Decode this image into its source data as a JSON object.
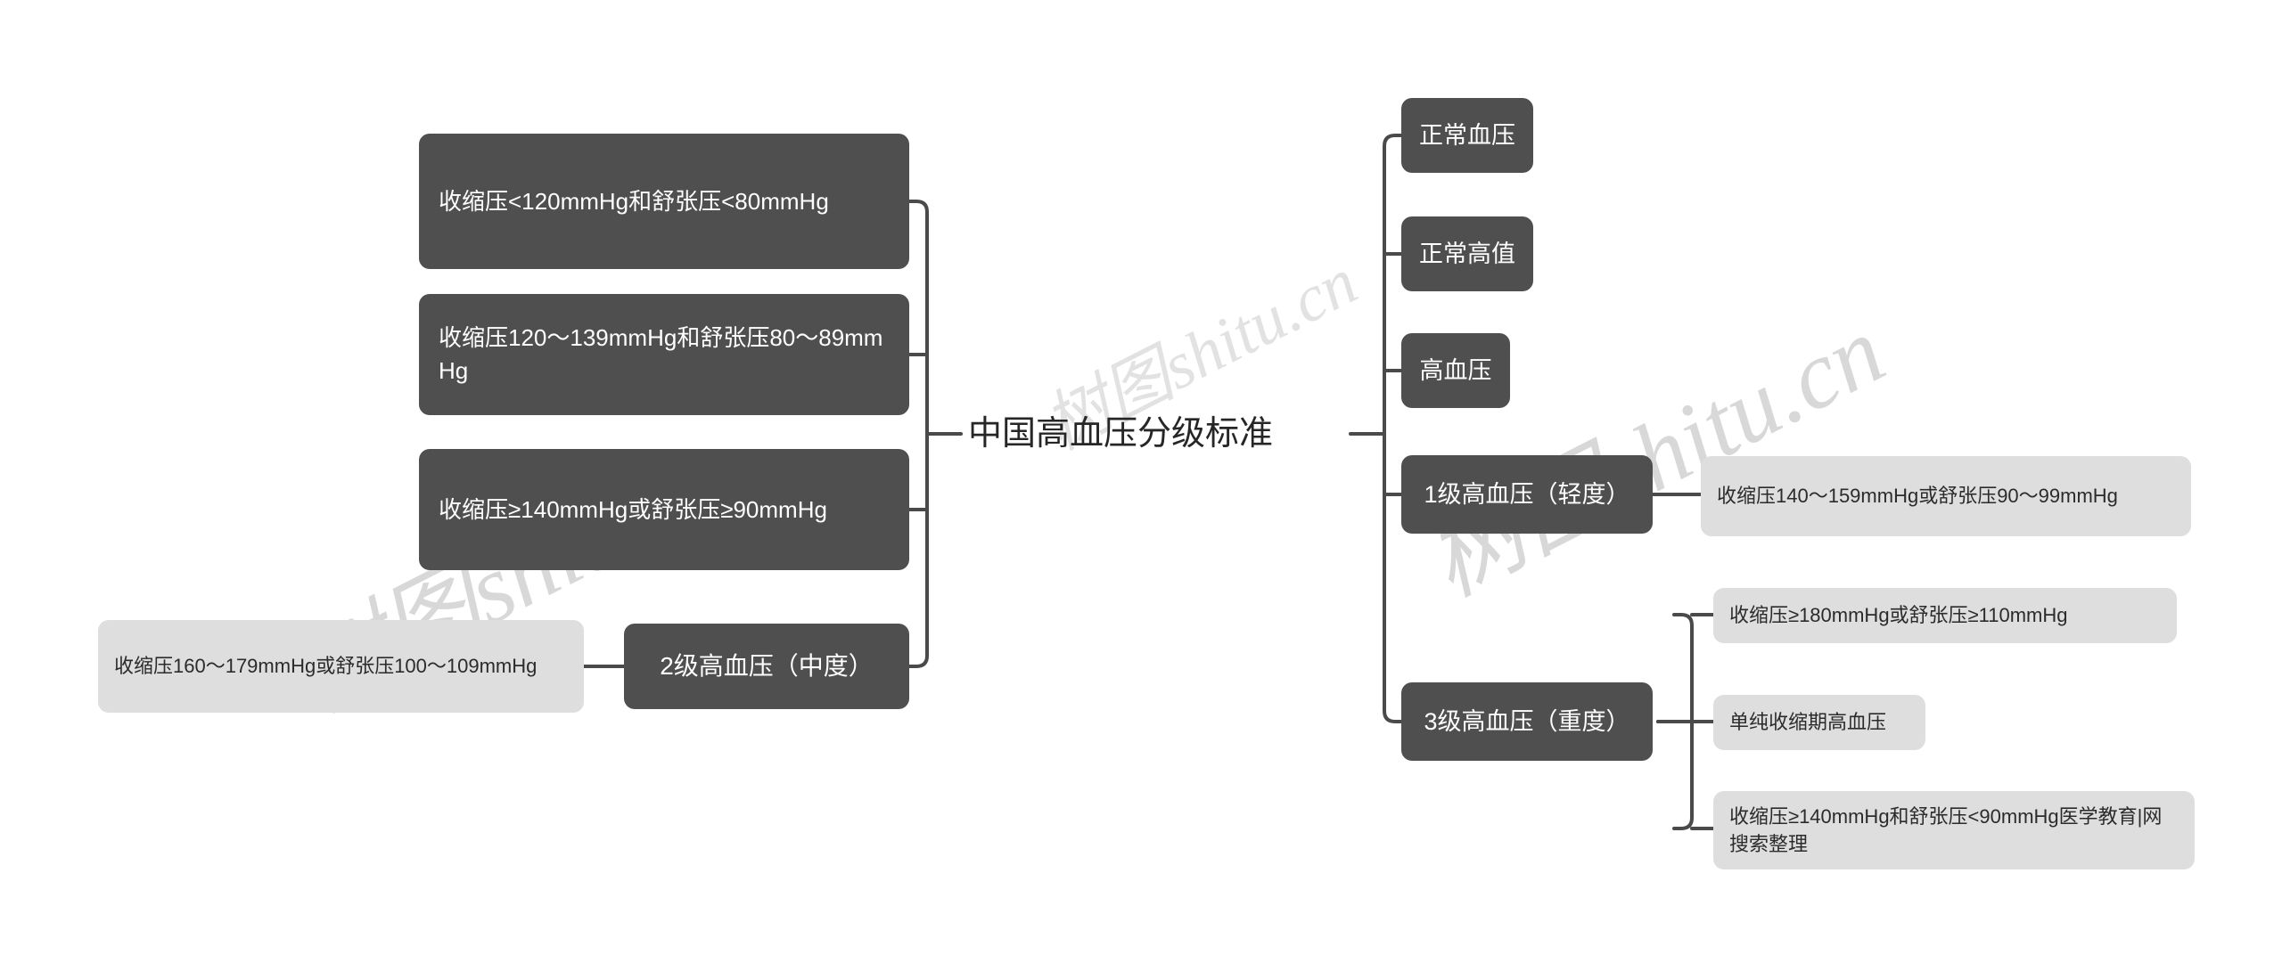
{
  "title": "中国高血压分级标准",
  "diagram": {
    "type": "mindmap",
    "root": {
      "label": "中国高血压分级标准"
    },
    "watermarks": [
      {
        "text": "树图shitu.cn"
      },
      {
        "text": "树图shitu.cn"
      },
      {
        "text": "树图shitu.cn"
      }
    ],
    "left_branch": {
      "nodes": [
        {
          "label": "收缩压<120mmHg和舒张压<80mmHg",
          "style": "dark"
        },
        {
          "label": "收缩压120～139mmHg和舒张压80～89mmHg",
          "style": "dark"
        },
        {
          "label": "收缩压≥140mmHg或舒张压≥90mmHg",
          "style": "dark"
        },
        {
          "label": "2级高血压（中度）",
          "style": "dark"
        }
      ],
      "leaf": {
        "label": "收缩压160～179mmHg或舒张压100～109mmHg",
        "style": "light"
      }
    },
    "right_branch": {
      "nodes": [
        {
          "label": "正常血压",
          "style": "dark"
        },
        {
          "label": "正常高值",
          "style": "dark"
        },
        {
          "label": "高血压",
          "style": "dark"
        },
        {
          "label": "1级高血压（轻度）",
          "style": "dark"
        },
        {
          "label": "3级高血压（重度）",
          "style": "dark"
        }
      ],
      "grade1_children": [
        {
          "label": "收缩压140～159mmHg或舒张压90～99mmHg",
          "style": "light"
        }
      ],
      "grade3_children": [
        {
          "label": "收缩压≥180mmHg或舒张压≥110mmHg",
          "style": "light"
        },
        {
          "label": "单纯收缩期高血压",
          "style": "light"
        },
        {
          "label": "收缩压≥140mmHg和舒张压<90mmHg医学教育|网搜索整理",
          "style": "light"
        }
      ]
    }
  },
  "colors": {
    "dark_node": "#4f4f4f",
    "light_node": "#dedede",
    "connector": "#4a4a4a",
    "root_text": "#262626",
    "watermark": "#d8d8d8",
    "background": "#ffffff"
  }
}
